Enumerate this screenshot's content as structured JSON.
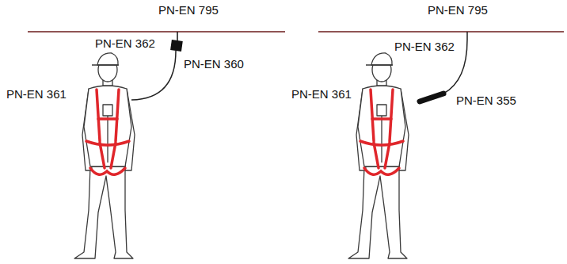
{
  "diagram": {
    "labels": [
      "PN-EN 795",
      "PN-EN 362",
      "PN-EN 360",
      "PN-EN 361",
      "PN-EN 795",
      "PN-EN 362",
      "PN-EN 361",
      "PN-EN 355"
    ]
  }
}
